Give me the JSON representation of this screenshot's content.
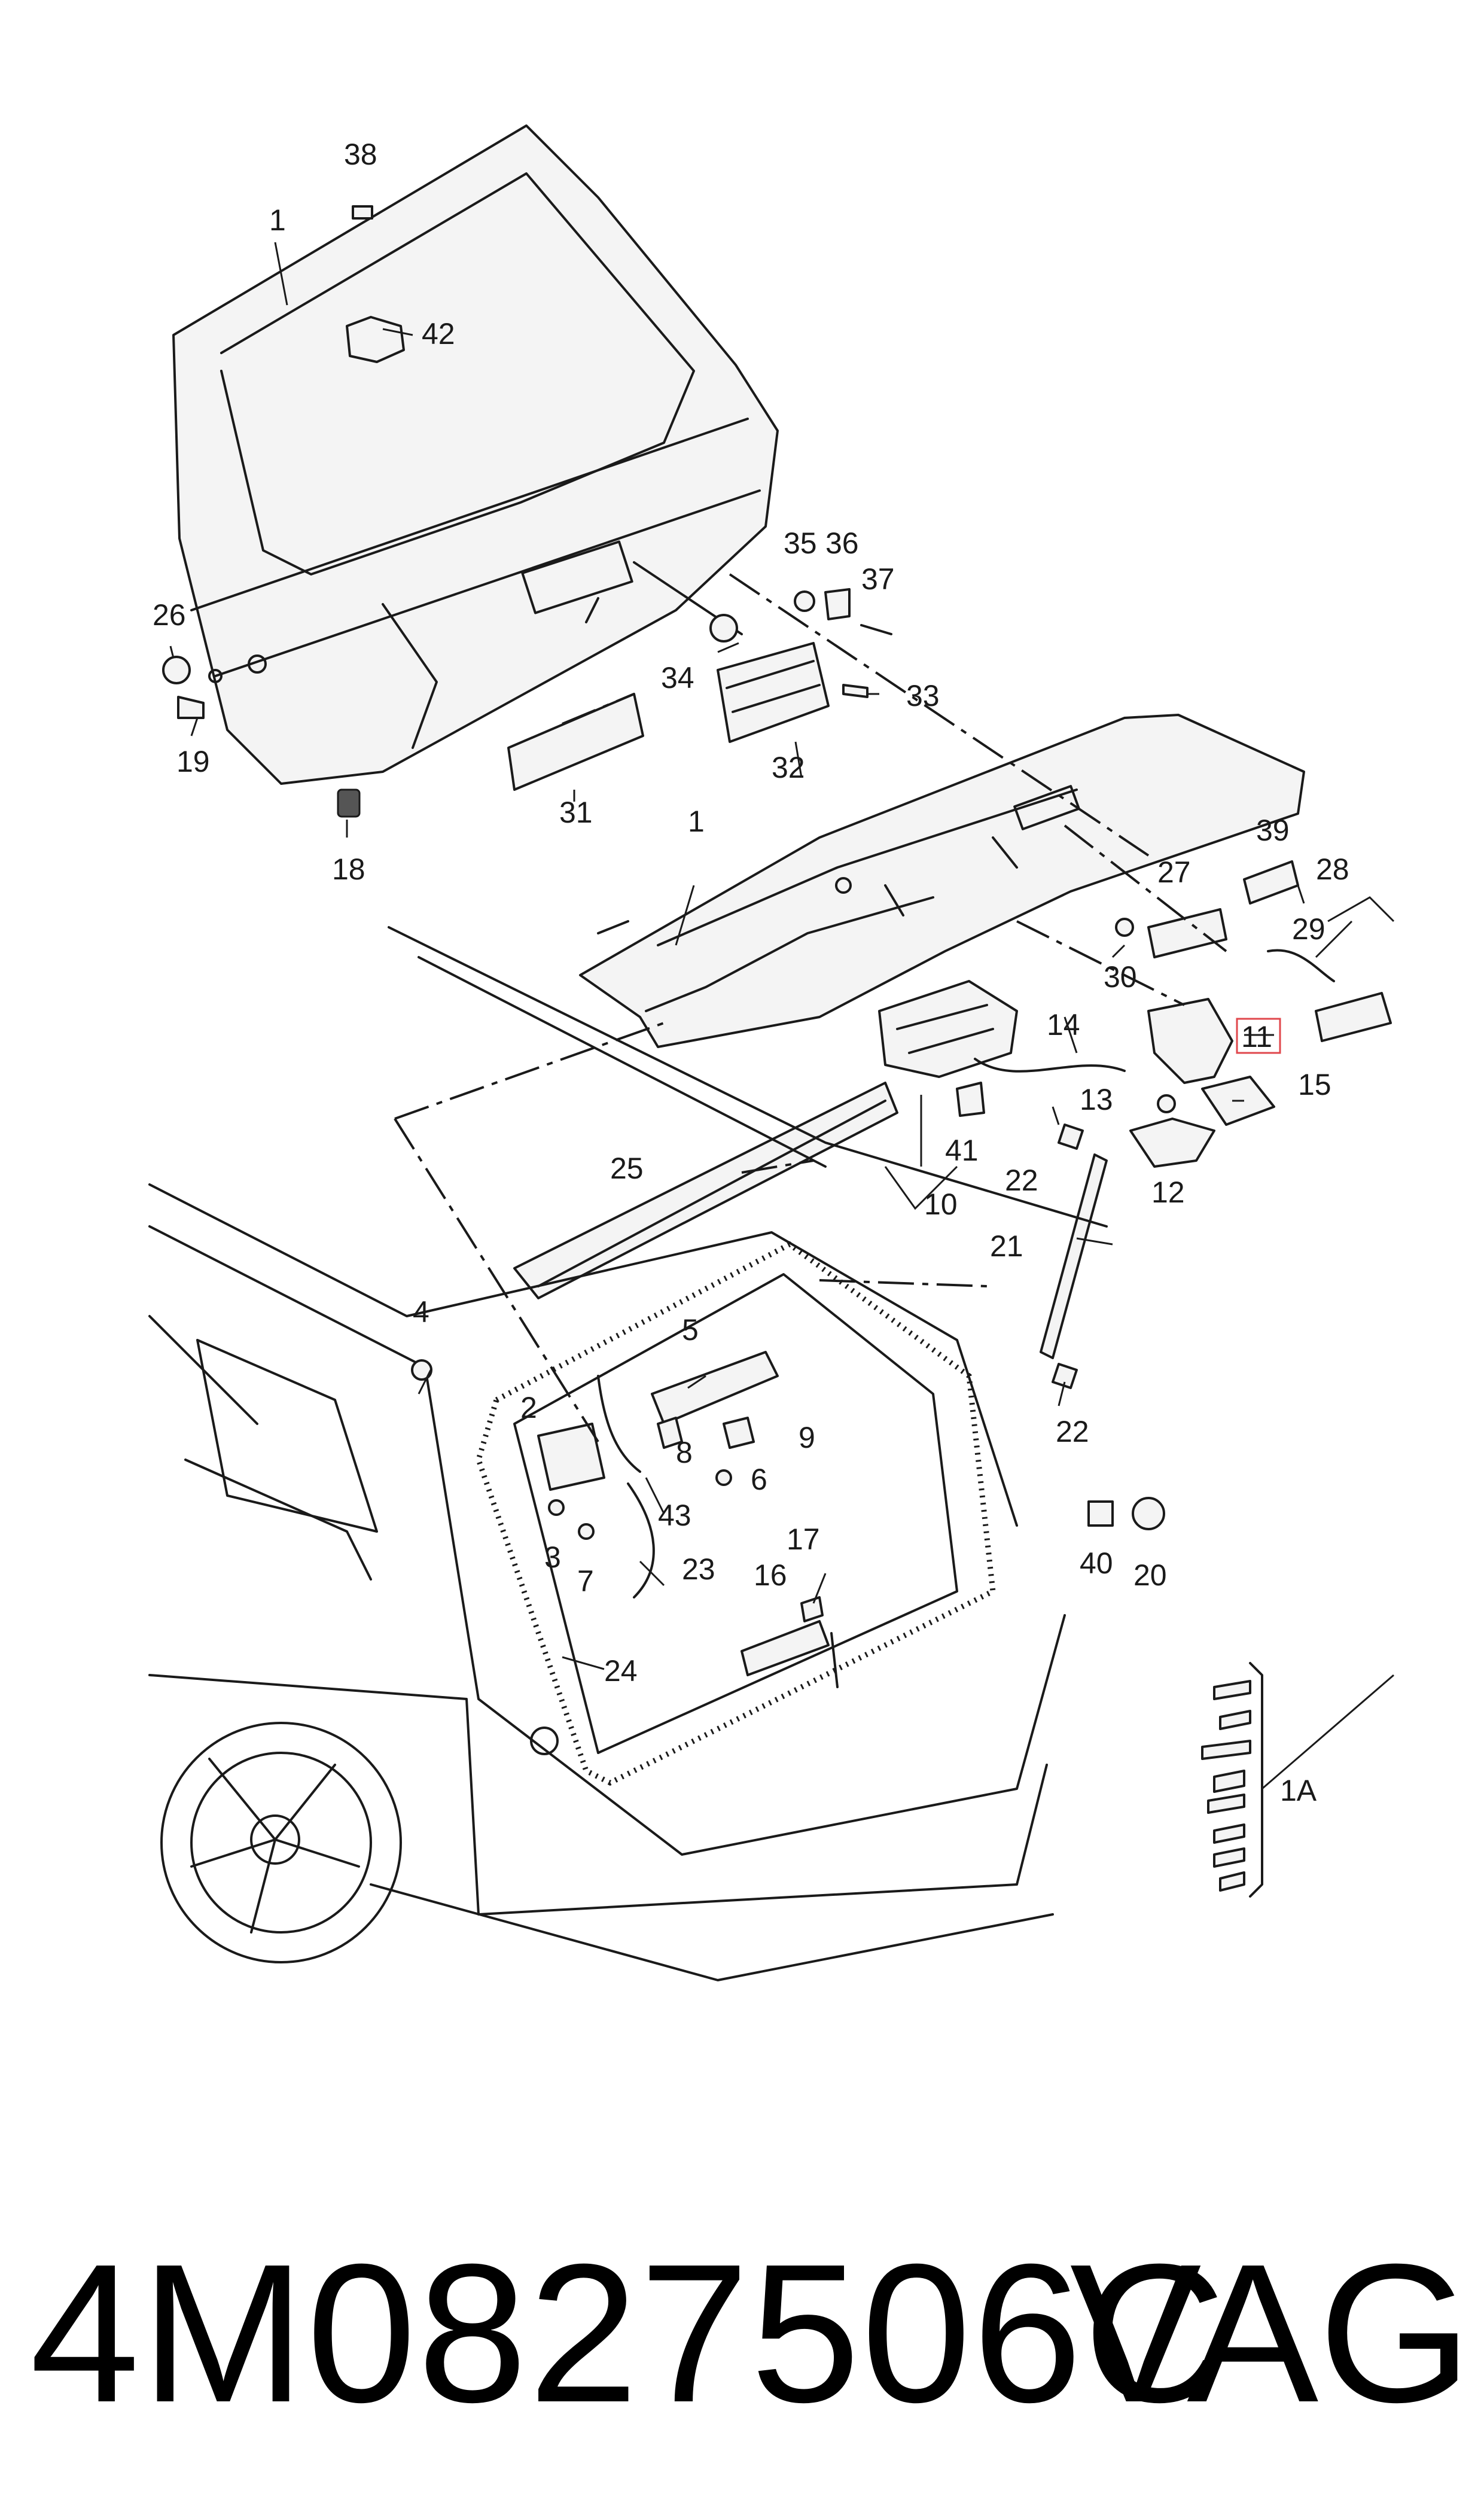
{
  "diagram": {
    "callouts": [
      "1",
      "1",
      "1A",
      "2",
      "3",
      "4",
      "5",
      "6",
      "7",
      "8",
      "9",
      "10",
      "11",
      "12",
      "13",
      "14",
      "15",
      "16",
      "17",
      "18",
      "19",
      "20",
      "21",
      "22",
      "22",
      "23",
      "24",
      "25",
      "26",
      "27",
      "28",
      "29",
      "30",
      "31",
      "32",
      "33",
      "34",
      "35",
      "36",
      "37",
      "38",
      "39",
      "40",
      "41",
      "42",
      "43"
    ],
    "highlighted_callout": "11",
    "highlight_color": "#e0474c"
  },
  "footer": {
    "part_number": "4M0827506C",
    "brand": "VAG"
  }
}
